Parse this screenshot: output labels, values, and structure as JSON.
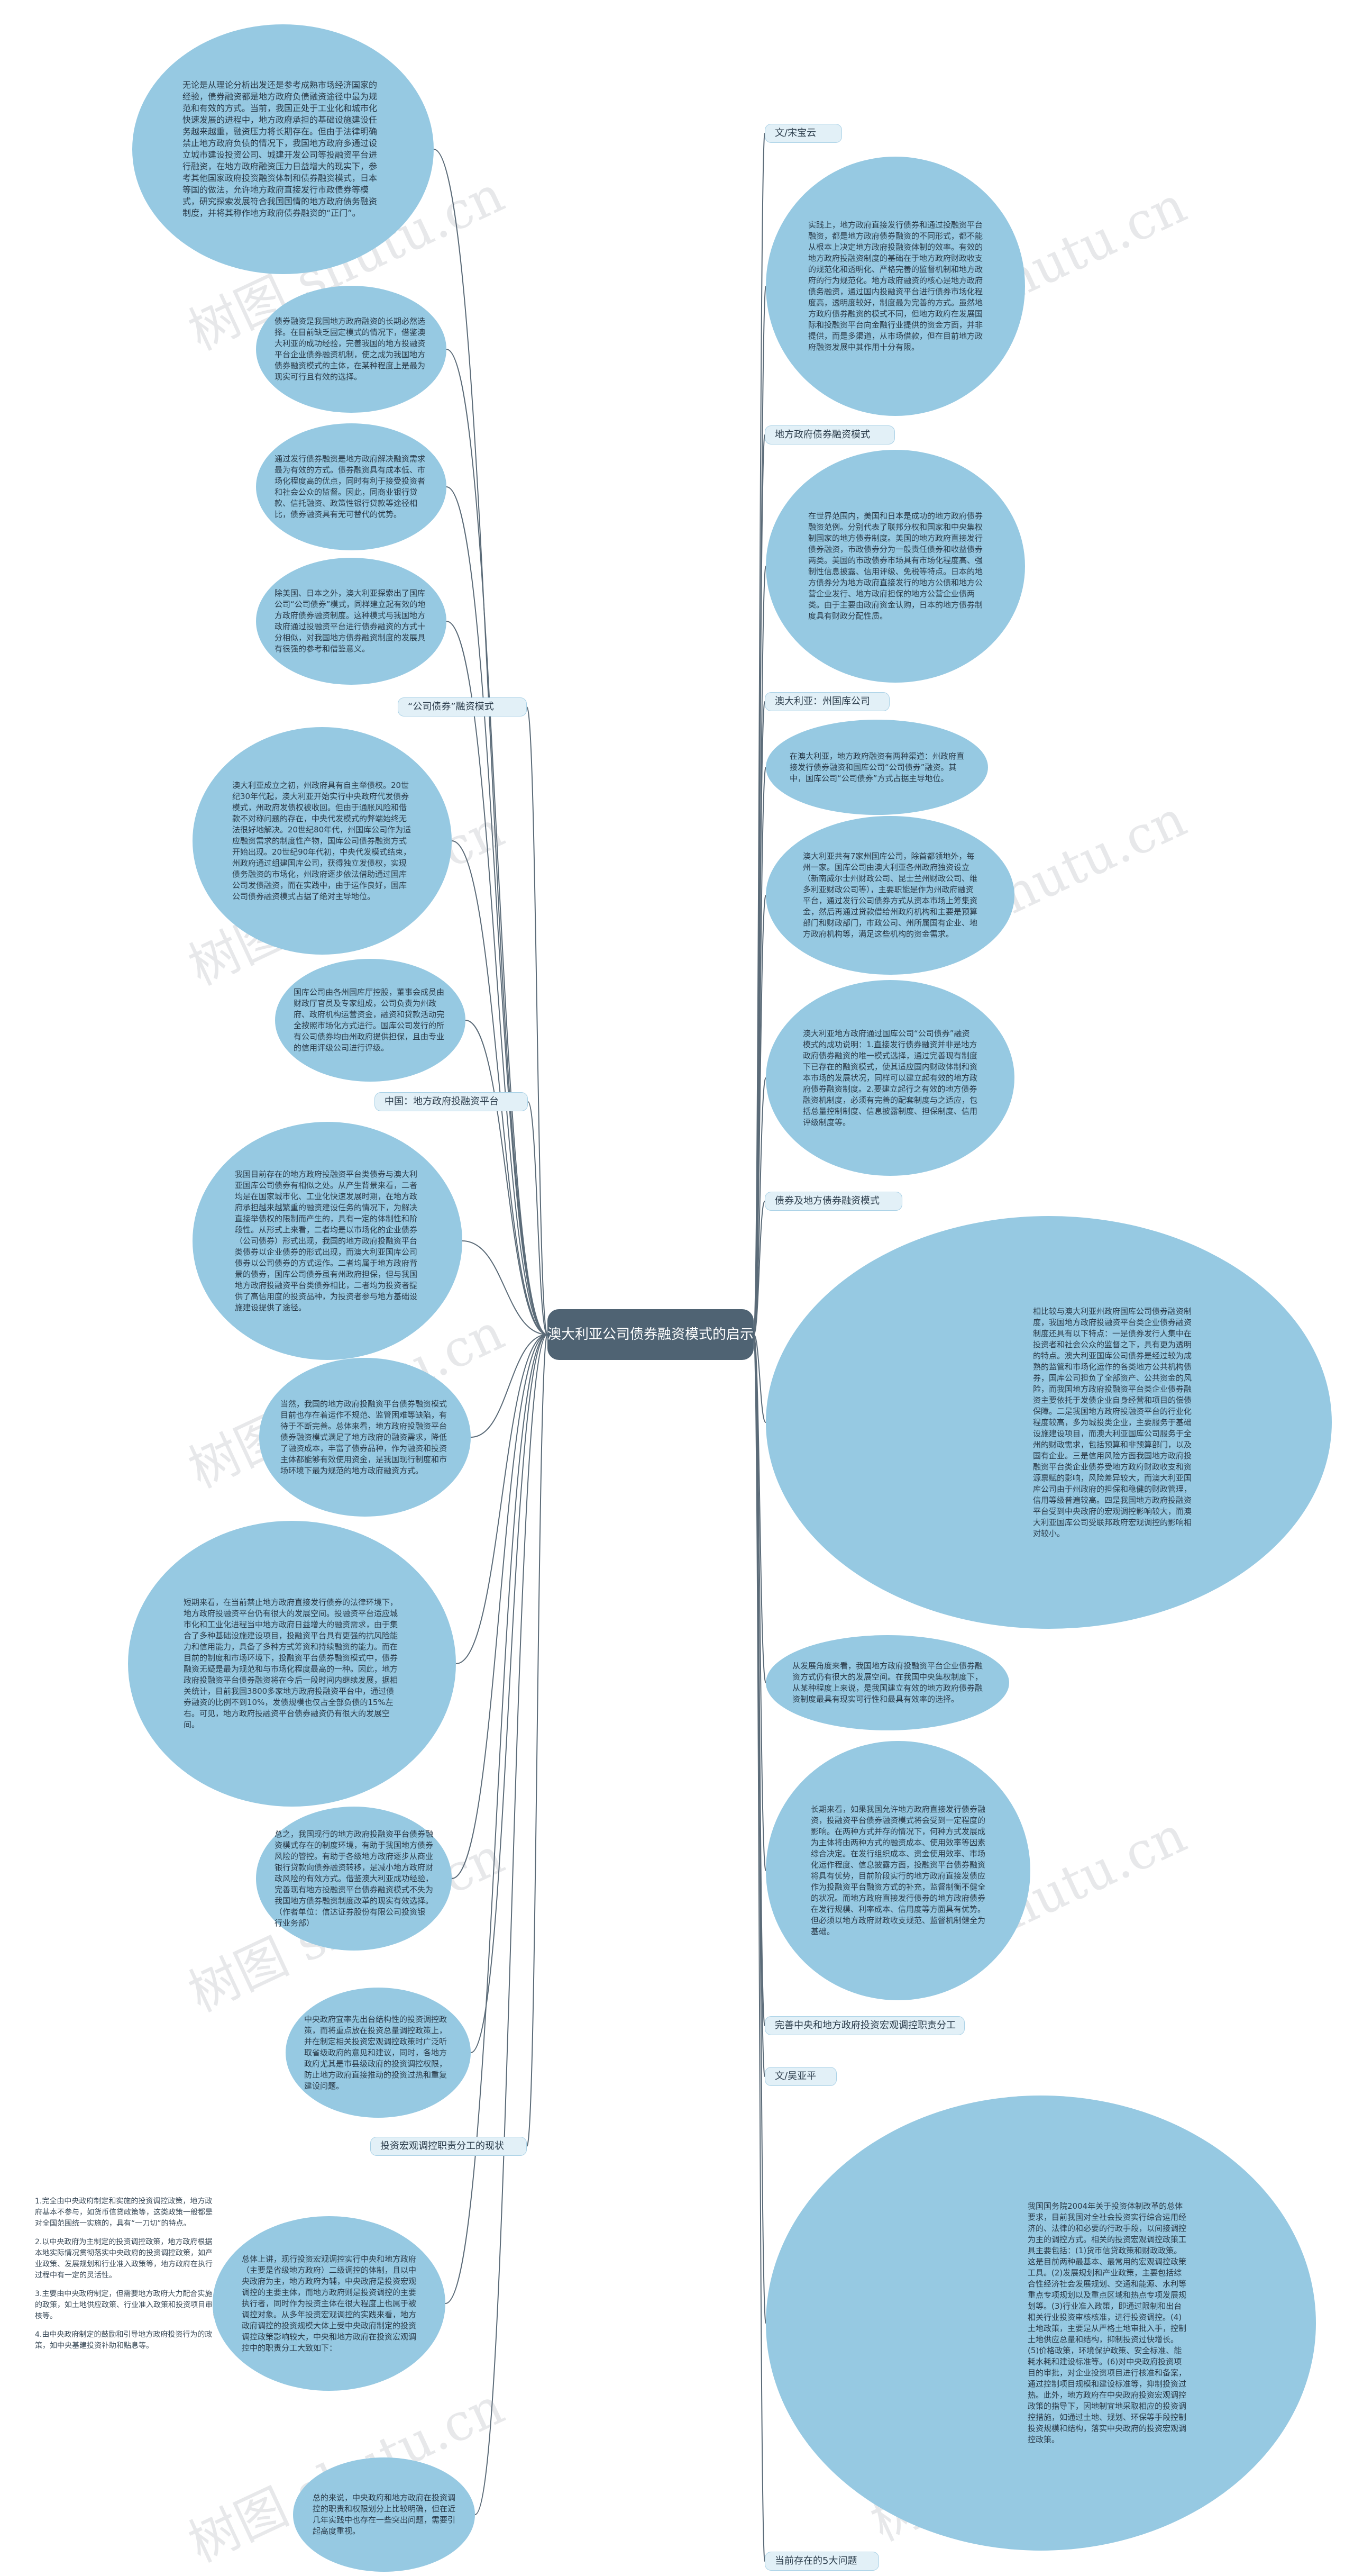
{
  "center_title": "澳大利亚公司债券融资模式的启示",
  "watermark": "树图 shutu.cn",
  "labels": {
    "author_song": "文/宋宝云",
    "local_bond_mode": "地方政府债券融资模式",
    "au_corp": "澳大利亚：州国库公司",
    "corp_bond_mode": "“公司债券”融资模式",
    "china_platform": "中国：地方政府投融资平台",
    "bond_vs_local": "债券及地方债券融资模式",
    "perfect_central": "完善中央和地方政府投资宏观调控职责分工",
    "author_wu": "文/吴亚平",
    "invest_division": "投资宏观调控职责分工的现状",
    "five_problems": "当前存在的5大问题"
  },
  "left_bubbles": [
    "无论是从理论分析出发还是参考成熟市场经济国家的经验，债券融资都是地方政府负债融资途径中最为规范和有效的方式。当前，我国正处于工业化和城市化快速发展的进程中，地方政府承担的基础设施建设任务越来越重，融资压力将长期存在。但由于法律明确禁止地方政府负债的情况下，我国地方政府多通过设立城市建设投资公司、城建开发公司等投融资平台进行融资，在地方政府融资压力日益增大的现实下，参考其他国家政府投资融资体制和债券融资模式，日本等国的做法，允许地方政府直接发行市政债券等模式，研究探索发展符合我国国情的地方政府债务融资制度，并将其称作地方政府债券融资的“正门”。",
    "债券融资是我国地方政府融资的长期必然选择。在目前缺乏固定模式的情况下，借鉴澳大利亚的成功经验，完善我国的地方投融资平台企业债券融资机制，使之成为我国地方债券融资模式的主体，在某种程度上是最为现实可行且有效的选择。",
    "通过发行债券融资是地方政府解决融资需求最为有效的方式。债券融资具有成本低、市场化程度高的优点，同时有利于接受投资者和社会公众的监督。因此，同商业银行贷款、信托融资、政策性银行贷款等途径相比，债券融资具有无可替代的优势。",
    "除美国、日本之外，澳大利亚探索出了国库公司“公司债券”模式，同样建立起有效的地方政府债券融资制度。这种模式与我国地方政府通过投融资平台进行债券融资的方式十分相似，对我国地方债券融资制度的发展具有很强的参考和借鉴意义。",
    "澳大利亚成立之初，州政府具有自主举债权。20世纪30年代起，澳大利亚开始实行中央政府代发债券模式，州政府发债权被收回。但由于通胀风险和借款不对称问题的存在，中央代发模式的弊端始终无法很好地解决。20世纪80年代，州国库公司作为适应融资需求的制度性产物，国库公司债券融资方式开始出现。20世纪90年代初，中央代发模式结束，州政府通过组建国库公司，获得独立发债权，实现债务融资的市场化，州政府逐步依法借助通过国库公司发债融资，而在实践中，由于运作良好，国库公司债券融资模式占据了绝对主导地位。",
    "国库公司由各州国库厅控股，董事会成员由财政厅官员及专家组成，公司负责为州政府、政府机构运营资金，融资和贷款活动完全按照市场化方式进行。国库公司发行的所有公司债券均由州政府提供担保，且由专业的信用评级公司进行评级。",
    "我国目前存在的地方政府投融资平台类债券与澳大利亚国库公司债券有相似之处。从产生背景来看，二者均是在国家城市化、工业化快速发展时期，在地方政府承担越来越繁重的融资建设任务的情况下，为解决直接举债权的限制而产生的，具有一定的体制性和阶段性。从形式上来看，二者均是以市场化的企业债券（公司债券）形式出现，我国的地方政府投融资平台类债券以企业债券的形式出现，而澳大利亚国库公司债券以公司债券的方式运作。二者均属于地方政府背景的债券，国库公司债券虽有州政府担保，但与我国地方政府投融资平台类债券相比，二者均为投资者提供了高信用度的投资品种，为投资者参与地方基础设施建设提供了途径。",
    "当然，我国的地方政府投融资平台债券融资模式目前也存在着运作不规范、监管困难等缺陷，有待于不断完善。总体来看，地方政府投融资平台债券融资模式满足了地方政府的融资需求，降低了融资成本，丰富了债券品种，作为融资和投资主体都能够有效使用资金，是我国现行制度和市场环境下最为规范的地方政府融资方式。",
    "短期来看，在当前禁止地方政府直接发行债券的法律环境下，地方政府投融资平台仍有很大的发展空间。投融资平台适应城市化和工业化进程当中地方政府日益增大的融资需求，由于集合了多种基础设施建设项目，投融资平台具有更强的抗风险能力和信用能力，具备了多种方式筹资和持续融资的能力。而在目前的制度和市场环境下，投融资平台债券融资模式中，债券融资无疑是最为规范和与市场化程度最高的一种。因此，地方政府投融资平台债券融资将在今后一段时间内继续发展，据相关统计，目前我国3800多家地方政府投融资平台中，通过债券融资的比例不到10%，发债规模也仅占全部负债的15%左右。可见，地方政府投融资平台债券融资仍有很大的发展空间。",
    "总之，我国现行的地方政府投融资平台债券融资模式存在的制度环境，有助于我国地方债券风险的管控。有助于各级地方政府逐步从商业银行贷款向债券融资转移，是减小地方政府财政风险的有效方式。借鉴澳大利亚成功经验，完善现有地方投融资平台债券融资模式不失为我国地方债券融资制度改革的现实有效选择。（作者单位：信达证券股份有限公司投资银行业务部）",
    "中央政府宜率先出台结构性的投资调控政策，而将重点放在投资总量调控政策上，并在制定相关投资宏观调控政策时广泛听取省级政府的意见和建议，同时，各地方政府尤其是市县级政府的投资调控权限，防止地方政府直接推动的投资过热和重复建设问题。",
    "总体上讲，现行投资宏观调控实行中央和地方政府（主要是省级地方政府）二级调控的体制，且以中央政府为主，地方政府为辅，中央政府是投资宏观调控的主要主体，而地方政府则是投资调控的主要执行者，同时作为投资主体在很大程度上也属于被调控对象。从多年投资宏观调控的实践来看，地方政府调控的投资规模大体上受中央政府制定的投资调控政策影响较大，中央和地方政府在投资宏观调控中的职责分工大致如下：",
    "总的来说，中央政府和地方政府在投资调控的职责和权限划分上比较明确，但在近几年实践中也存在一些突出问题，需要引起高度重视。"
  ],
  "right_bubbles": [
    "实践上，地方政府直接发行债券和通过投融资平台融资，都是地方政府债券融资的不同形式，都不能从根本上决定地方政府投融资体制的效率。有效的地方政府投融资制度的基础在于地方政府财政收支的规范化和透明化、严格完善的监督机制和地方政府的行为规范化。地方政府融资的核心是地方政府债务融资，通过国内投融资平台进行债券市场化程度高，透明度较好，制度最为完善的方式。虽然地方政府债券融资的模式不同，但地方政府在发展国际和投融资平台向金融行业提供的资金方面，并非提供，而是多渠道，从市场借款，但在目前地方政府融资发展中其作用十分有限。",
    "在世界范围内，美国和日本是成功的地方政府债券融资范例。分别代表了联邦分权和国家和中央集权制国家的地方债券制度。美国的地方政府直接发行债券融资，市政债券分为一般责任债券和收益债券两类。美国的市政债券市场具有市场化程度高、强制性信息披露、信用评级、免税等特点。日本的地方债券分为地方政府直接发行的地方公债和地方公营企业发行、地方政府担保的地方公营企业债两类。由于主要由政府资金认购，日本的地方债券制度具有财政分配性质。",
    "在澳大利亚，地方政府融资有两种渠道：州政府直接发行债券融资和国库公司“公司债券”融资。其中，国库公司“公司债券”方式占据主导地位。",
    "澳大利亚共有7家州国库公司，除首都领地外，每州一家。国库公司由澳大利亚各州政府独资设立（新南威尔士州财政公司、昆士兰州财政公司、维多利亚财政公司等），主要职能是作为州政府融资平台，通过发行公司债券方式从资本市场上筹集资金，然后再通过贷款借给州政府机构和主要是预算部门和财政部门，市政公司、州所属国有企业、地方政府机构等，满足这些机构的资金需求。",
    "澳大利亚地方政府通过国库公司“公司债券”融资模式的成功说明：1.直接发行债券融资并非是地方政府债券融资的唯一模式选择，通过完善现有制度下已存在的融资模式，使其适应国内财政体制和资本市场的发展状况，同样可以建立起有效的地方政府债券融资制度。2.要建立起行之有效的地方债券融资机制度，必须有完善的配套制度与之适应，包括总量控制制度、信息披露制度、担保制度、信用评级制度等。",
    "相比较与澳大利亚州政府国库公司债券融资制度，我国地方政府投融资平台类企业债券融资制度还具有以下特点：一是债券发行人集中在投资者和社会公众的监督之下，具有更为透明的特点。澳大利亚国库公司债券是经过较为成熟的监管和市场化运作的各类地方公共机构债券，国库公司担负了全部资产、公共资金的风险，而我国地方政府投融资平台类企业债券融资主要依托于发债企业自身经营和项目的偿债保障。二是我国地方政府投融资平台的行业化程度较高，多为城投类企业，主要服务于基础设施建设项目，而澳大利亚国库公司服务于全州的财政需求，包括预算和非预算部门，以及国有企业。三是信用风险方面我国地方政府投融资平台类企业债券受地方政府财政收支和资源禀赋的影响，风险差异较大，而澳大利亚国库公司由于州政府的担保和稳健的财政管理，信用等级普遍较高。四是我国地方政府投融资平台受到中央政府的宏观调控影响较大，而澳大利亚国库公司受联邦政府宏观调控的影响相对较小。",
    "从发展角度来看，我国地方政府投融资平台企业债券融资方式仍有很大的发展空间。在我国中央集权制度下，从某种程度上来说，是我国建立有效的地方政府债券融资制度最具有现实可行性和最具有效率的选择。",
    "长期来看，如果我国允许地方政府直接发行债券融资，投融资平台债券融资模式将会受到一定程度的影响。在两种方式并存的情况下，何种方式发展成为主体将由两种方式的融资成本、使用效率等因素综合决定。在发行组织成本、资金使用效率、市场化运作程度、信息披露方面，投融资平台债券融资将具有优势，目前阶段实行的地方政府直接发债应作为投融资平台融资方式的补充，监督制衡不健全的状况。而地方政府直接发行债券的地方政府债券在发行规模、利率成本、信用度等方面具有优势。但必须以地方政府财政收支规范、监督机制健全为基础。",
    "我国国务院2004年关于投资体制改革的总体要求，目前我国对全社会投资实行综合运用经济的、法律的和必要的行政手段，以间接调控为主的调控方式。相关的投资宏观调控政策工具主要包括：(1)货币信贷政策和财政政策。这是目前两种最基本、最常用的宏观调控政策工具。(2)发展规划和产业政策，主要包括综合性经济社会发展规划、交通和能源、水利等重点专项规划以及重点区域和热点专项发展规划等。(3)行业准入政策，即通过限制和出台相关行业投资审核核准，进行投资调控。(4)土地政策，主要是从严格土地审批入手，控制土地供应总量和结构，抑制投资过快增长。(5)价格政策，环境保护政策、安全标准、能耗水耗和建设标准等。(6)对中央政府投资项目的审批，对企业投资项目进行核准和备案，通过控制项目规模和建设标准等，抑制投资过热。此外，地方政府在中央政府投资宏观调控政策的指导下，因地制宜地采取相应的投资调控措施，如通过土地、规划、环保等手段控制投资规模和结构，落实中央政府的投资宏观调控政策。"
  ],
  "side_note_lines": [
    "1.完全由中央政府制定和实施的投资调控政策，地方政府基本不参与，如货币信贷政策等，这类政策一般都是对全国范围统一实施的，具有“一刀切”的特点。",
    "2.以中央政府为主制定的投资调控政策，地方政府根据本地实际情况贯彻落实中央政府的投资调控政策，如产业政策、发展规划和行业准入政策等，地方政府在执行过程中有一定的灵活性。",
    "3.主要由中央政府制定，但需要地方政府大力配合实施的政策，如土地供应政策、行业准入政策和投资项目审核等。",
    "4.由中央政府制定的鼓励和引导地方政府投资行为的政策，如中央基建投资补助和贴息等。"
  ]
}
